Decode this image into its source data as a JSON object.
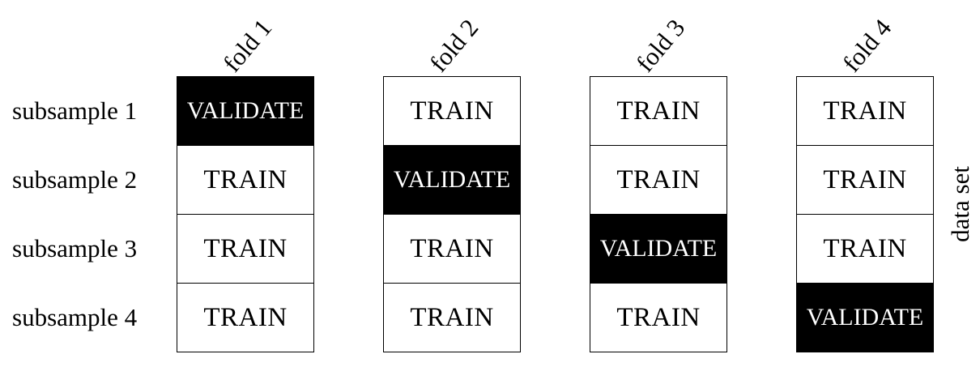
{
  "rows": [
    "subsample 1",
    "subsample 2",
    "subsample 3",
    "subsample 4"
  ],
  "folds": [
    {
      "label": "fold 1",
      "cells": [
        "VALIDATE",
        "TRAIN",
        "TRAIN",
        "TRAIN"
      ]
    },
    {
      "label": "fold 2",
      "cells": [
        "TRAIN",
        "VALIDATE",
        "TRAIN",
        "TRAIN"
      ]
    },
    {
      "label": "fold 3",
      "cells": [
        "TRAIN",
        "TRAIN",
        "VALIDATE",
        "TRAIN"
      ]
    },
    {
      "label": "fold 4",
      "cells": [
        "TRAIN",
        "TRAIN",
        "TRAIN",
        "VALIDATE"
      ]
    }
  ],
  "side_label": "data set",
  "colors": {
    "validate_bg": "#000000",
    "validate_text": "#ffffff",
    "train_bg": "#ffffff",
    "train_text": "#000000"
  }
}
